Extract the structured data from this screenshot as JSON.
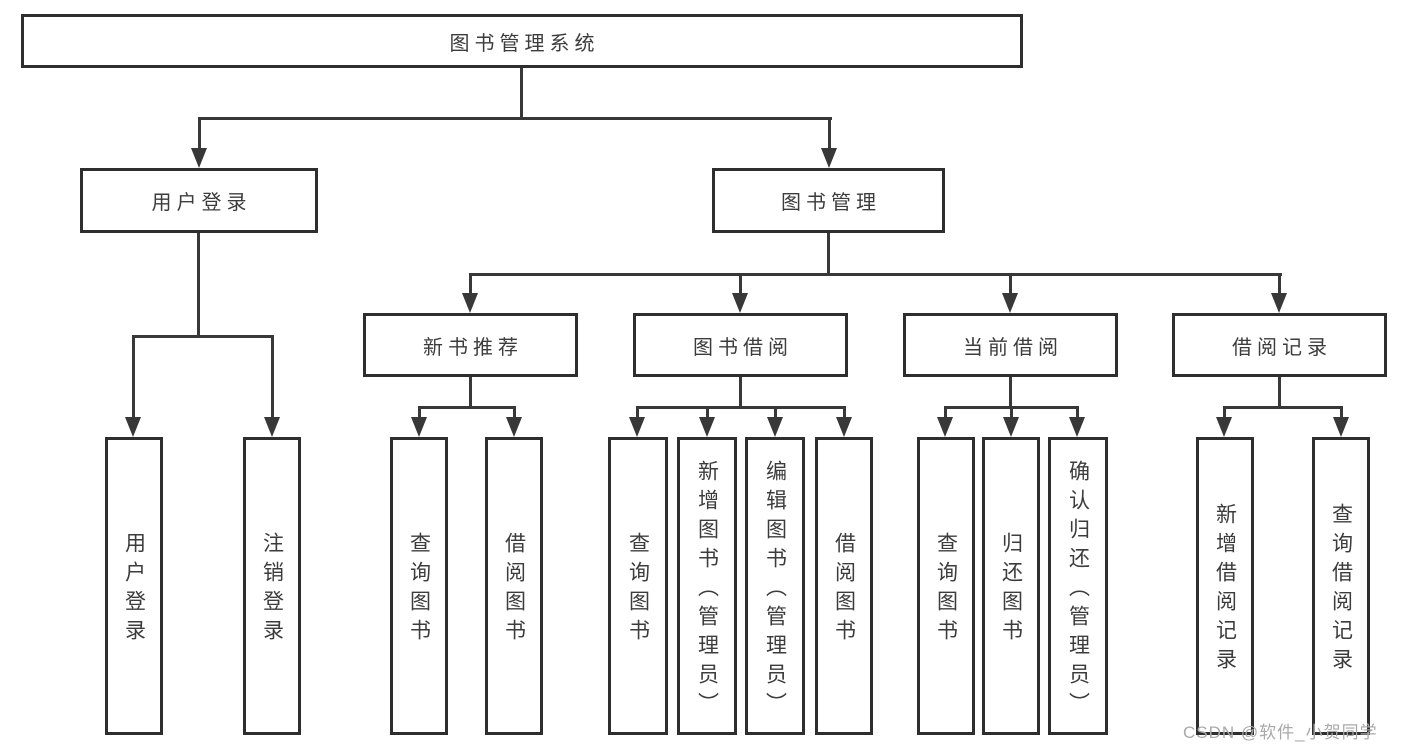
{
  "diagram": {
    "title": "图书管理系统",
    "level2": {
      "user_login": "用户登录",
      "book_management": "图书管理"
    },
    "level3": {
      "new_book_recommend": "新书推荐",
      "book_borrow": "图书借阅",
      "current_borrow": "当前借阅",
      "borrow_record": "借阅记录"
    },
    "leaves": {
      "user_login": [
        "用户登录",
        "注销登录"
      ],
      "new_book_recommend": [
        "查询图书",
        "借阅图书"
      ],
      "book_borrow": [
        "查询图书",
        "新增图书（管理员）",
        "编辑图书（管理员）",
        "借阅图书"
      ],
      "current_borrow": [
        "查询图书",
        "归还图书",
        "确认归还（管理员）"
      ],
      "borrow_record": [
        "新增借阅记录",
        "查询借阅记录"
      ]
    }
  },
  "watermark": "CSDN @软件_小贺同学",
  "colors": {
    "line": "#383838",
    "border": "#2e2e2e",
    "text": "#3c3c3c",
    "watermark": "#a9a9a9",
    "background": "#ffffff"
  }
}
